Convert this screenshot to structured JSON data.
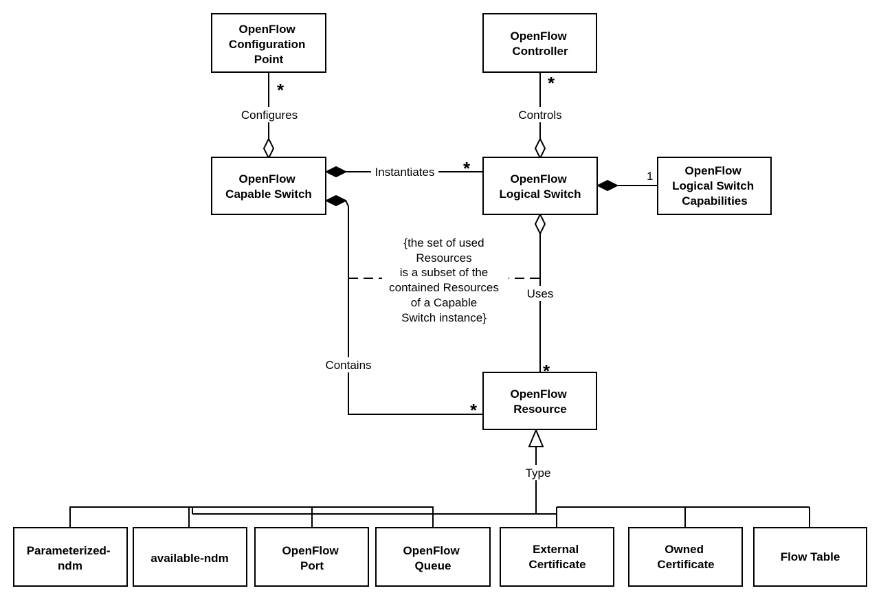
{
  "boxes": {
    "config_point": [
      "OpenFlow",
      "Configuration",
      "Point"
    ],
    "controller": [
      "OpenFlow",
      "Controller"
    ],
    "capable_switch": [
      "OpenFlow",
      "Capable Switch"
    ],
    "logical_switch": [
      "OpenFlow",
      "Logical Switch"
    ],
    "ls_capabilities": [
      "OpenFlow",
      "Logical Switch",
      "Capabilities"
    ],
    "resource": [
      "OpenFlow",
      "Resource"
    ],
    "parameterized_ndm": [
      "Parameterized-",
      "ndm"
    ],
    "available_ndm": [
      "available-ndm"
    ],
    "port": [
      "OpenFlow",
      "Port"
    ],
    "queue": [
      "OpenFlow",
      "Queue"
    ],
    "external_cert": [
      "External",
      "Certificate"
    ],
    "owned_cert": [
      "Owned",
      "Certificate"
    ],
    "flow_table": [
      "Flow Table"
    ]
  },
  "relations": {
    "configures": "Configures",
    "controls": "Controls",
    "instantiates": "Instantiates",
    "uses": "Uses",
    "contains": "Contains",
    "type": "Type"
  },
  "constraint": [
    "{the set of used",
    "Resources",
    "is a subset of the",
    "contained Resources",
    "of a Capable",
    "Switch instance}"
  ],
  "multiplicities": {
    "many": "*",
    "one": "1"
  }
}
